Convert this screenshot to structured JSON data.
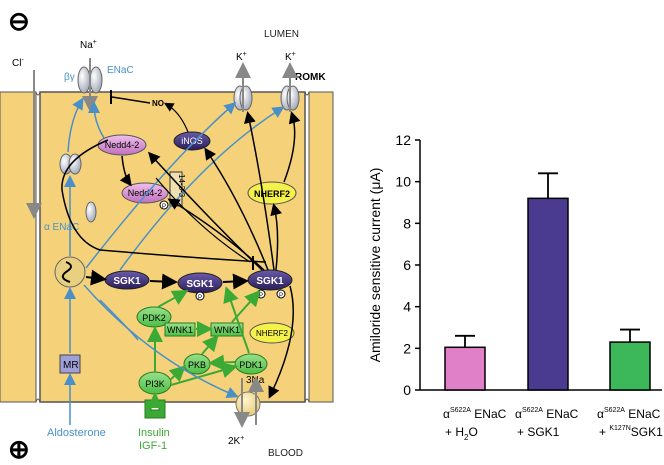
{
  "diagram": {
    "signs": {
      "top": "⊖",
      "bottom": "⊕"
    },
    "compartments": {
      "lumen": "LUMEN",
      "blood": "BLOOD"
    },
    "ions": {
      "cl": "Cl",
      "cl_sup": "-",
      "na": "Na",
      "na_sup": "+",
      "k1": "K",
      "k1_sup": "+",
      "k2": "K",
      "k2_sup": "+",
      "three_na": "3Na",
      "two_k": "2K",
      "two_k_sup": "+"
    },
    "channel_labels": {
      "beta_gamma": "βγ",
      "alpha": "α",
      "enac": "ENaC",
      "alpha_enac": "α ENaC",
      "romk": "ROMK"
    },
    "nodes": {
      "nedd4_2_top": "Nedd4-2",
      "nedd4_2_bottom": "Nedd4-2",
      "p_mark": "P",
      "protein_1433": "14-3-3",
      "inos": "iNOS",
      "no": "NO",
      "nherf2_top": "NHERF2",
      "nherf2_bottom": "NHERF2",
      "sgk1_left": "SGK1",
      "sgk1_mid": "SGK1",
      "sgk1_right": "SGK1",
      "pdk2": "PDK2",
      "wnk1_left": "WNK1",
      "wnk1_right": "WNK1",
      "pkb": "PKB",
      "pdk1": "PDK1",
      "pi3k": "PI3K",
      "mr": "MR"
    },
    "inputs": {
      "aldosterone": "Aldosterone",
      "insulin": "Insulin",
      "igf1": "IGF-1"
    },
    "colors": {
      "blue": "#4a90c8",
      "green": "#3aaa35",
      "cell": "#f5d27a",
      "sgk": "#3f2f7a",
      "nedd": "#d892d0",
      "nherf": "#f4f24a"
    }
  },
  "chart_data": {
    "type": "bar",
    "ylabel": "Amiloride sensitive current (μA)",
    "ylim": [
      0,
      12
    ],
    "yticks": [
      "0",
      "2",
      "4",
      "6",
      "8",
      "10",
      "12"
    ],
    "categories": [
      {
        "l1_pre": "α",
        "l1_sup": "S622A",
        "l1_post": "ENaC",
        "l2_pre": "+ H",
        "l2_sub": "2",
        "l2_post": "O"
      },
      {
        "l1_pre": "α",
        "l1_sup": "S622A",
        "l1_post": "ENaC",
        "l2_pre": "+ SGK1",
        "l2_sub": "",
        "l2_post": ""
      },
      {
        "l1_pre": "α",
        "l1_sup": "S622A",
        "l1_post": "ENaC",
        "l2_pre": "+ ",
        "l2_sup": "K127N",
        "l2_post": "SGK1"
      }
    ],
    "values": [
      2.05,
      9.2,
      2.3
    ],
    "errors": [
      0.55,
      1.2,
      0.6
    ],
    "colors": [
      "#e080c8",
      "#4a3a90",
      "#3cb85a"
    ]
  }
}
